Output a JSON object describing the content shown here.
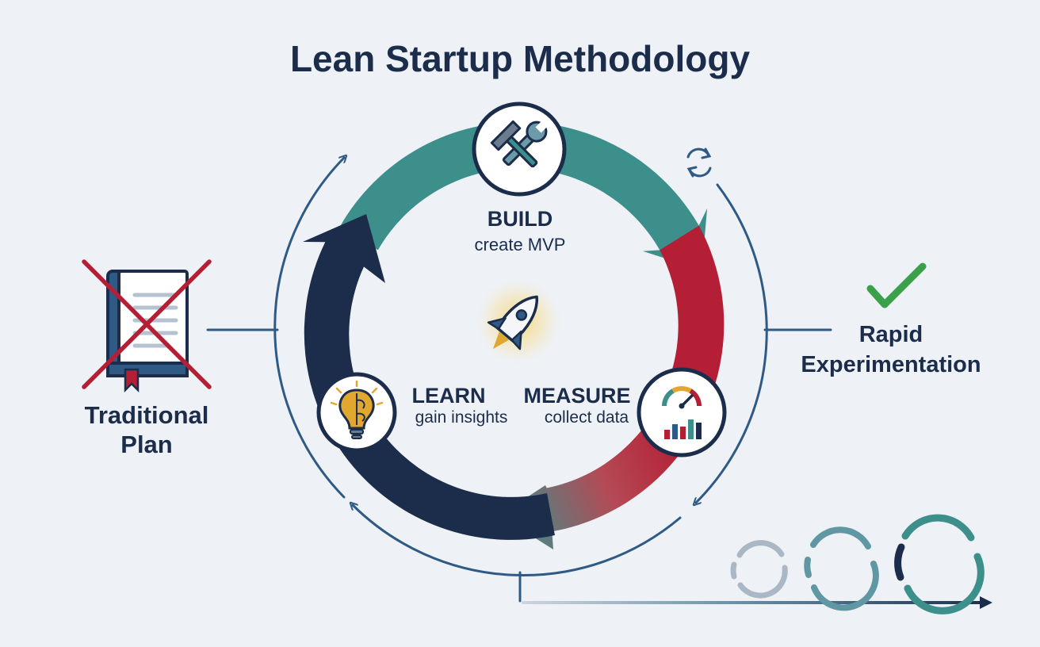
{
  "title": "Lean Startup Methodology",
  "stages": {
    "build": {
      "label": "BUILD",
      "sub": "create MVP",
      "icon": "wrench-hammer-icon"
    },
    "measure": {
      "label": "MEASURE",
      "sub": "collect data",
      "icon": "gauge-chart-icon"
    },
    "learn": {
      "label": "LEARN",
      "sub": "gain insights",
      "icon": "lightbulb-brain-icon"
    }
  },
  "center_icon": "rocket-icon",
  "left": {
    "line1": "Traditional",
    "line2": "Plan",
    "icon": "crossed-out-book-icon"
  },
  "right": {
    "line1": "Rapid",
    "line2": "Experimentation",
    "icon": "checkmark-icon"
  },
  "progress_icons": [
    "small-cycle-icon",
    "medium-cycle-icon",
    "large-cycle-icon"
  ],
  "colors": {
    "navy": "#1b2d4b",
    "teal": "#3d8f8c",
    "crimson": "#b41f35",
    "blue_line": "#2f5a86",
    "gold": "#e2a72e",
    "green": "#3aa04a",
    "background": "#eef1f6"
  }
}
